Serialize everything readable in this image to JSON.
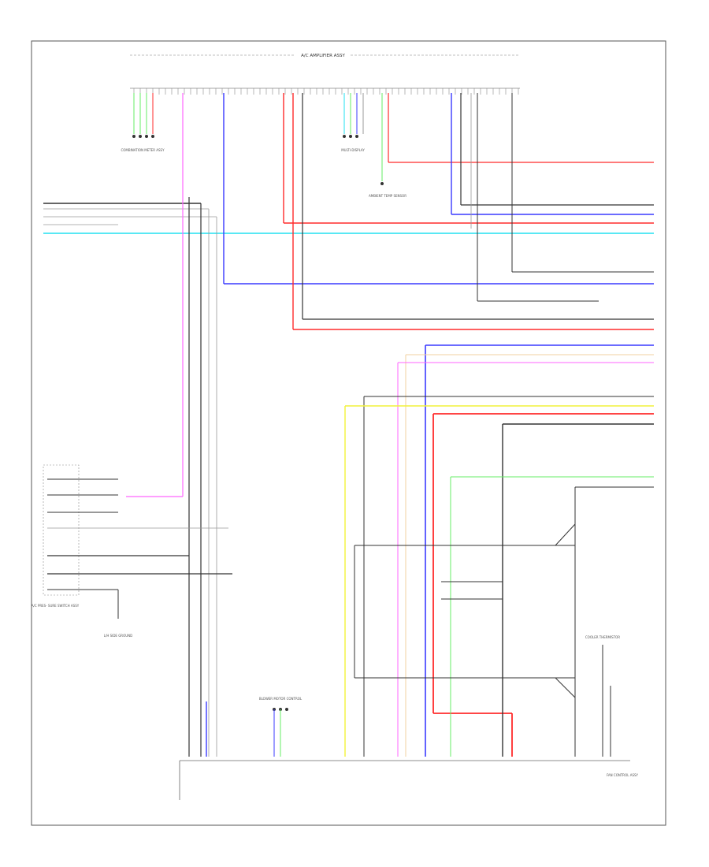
{
  "diagram": {
    "header_label": "A/C AMPLIFIER ASSY",
    "footer_label": "",
    "component_labels": {
      "left_switch_block": "A/C PRES- SURE SWITCH ASSY",
      "left_ground": "L/H SIDE GROUND",
      "top_left_connector": "COMBINATION METER ASSY",
      "top_mid_connector": "MULTI-DISPLAY",
      "top_mid_sensor": "AMBIENT TEMP SENSOR",
      "bottom_mid_connector": "BLOWER MOTOR CONTROL",
      "right_bottom_block": "COOLER THERMISTOR",
      "right_bottom_ground": "FAN CONTROL ASSY"
    },
    "wire_colors": {
      "red": "#ff2b2b",
      "blue": "#3a3aff",
      "cyan": "#22e0f0",
      "pink": "#ff66ff",
      "green": "#66ee66",
      "yellow": "#f2f23a",
      "black": "#333333",
      "gray": "#9a9a9a"
    }
  }
}
